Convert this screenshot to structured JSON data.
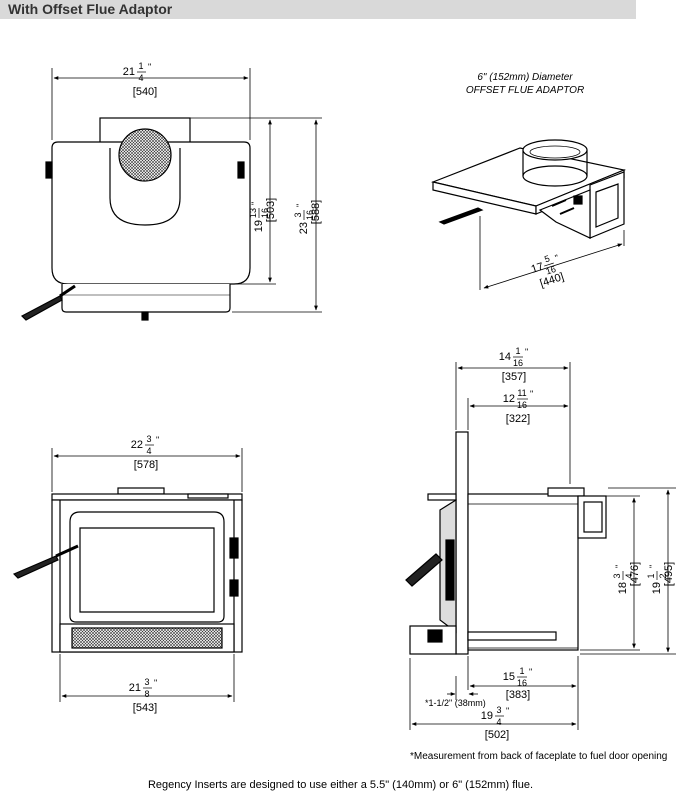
{
  "header": {
    "title": "With Offset Flue Adaptor"
  },
  "dimensions": {
    "top_width": {
      "whole": "21",
      "num": "1",
      "den": "4",
      "mm": "[540]"
    },
    "top_height_inner": {
      "whole": "19",
      "num": "13",
      "den": "16",
      "mm": "[503]"
    },
    "top_height_outer": {
      "whole": "23",
      "num": "3",
      "den": "16",
      "mm": "[588]"
    },
    "adaptor_depth": {
      "whole": "17",
      "num": "5",
      "den": "16",
      "mm": "[440]"
    },
    "front_top_width": {
      "whole": "22",
      "num": "3",
      "den": "4",
      "mm": "[578]"
    },
    "front_bottom_width": {
      "whole": "21",
      "num": "3",
      "den": "8",
      "mm": "[543]"
    },
    "side_depth_outer": {
      "whole": "14",
      "num": "1",
      "den": "16",
      "mm": "[357]"
    },
    "side_depth_inner": {
      "whole": "12",
      "num": "11",
      "den": "16",
      "mm": "[322]"
    },
    "side_height_inner": {
      "whole": "18",
      "num": "3",
      "den": "4",
      "mm": "[476]"
    },
    "side_height_outer": {
      "whole": "19",
      "num": "1",
      "den": "2",
      "mm": "[495]"
    },
    "side_bottom_inner": {
      "whole": "15",
      "num": "1",
      "den": "16",
      "mm": "[383]"
    },
    "side_bottom_outer": {
      "whole": "19",
      "num": "3",
      "den": "4",
      "mm": "[502]"
    },
    "offset_small": "*1-1/2\" (38mm)"
  },
  "adaptor_label": {
    "line1": "6\" (152mm) Diameter",
    "line2": "OFFSET FLUE ADAPTOR"
  },
  "notes": {
    "measurement": "*Measurement from back of faceplate to fuel door opening",
    "footer": "Regency Inserts are designed to use either a 5.5\" (140mm) or 6\" (152mm) flue."
  }
}
